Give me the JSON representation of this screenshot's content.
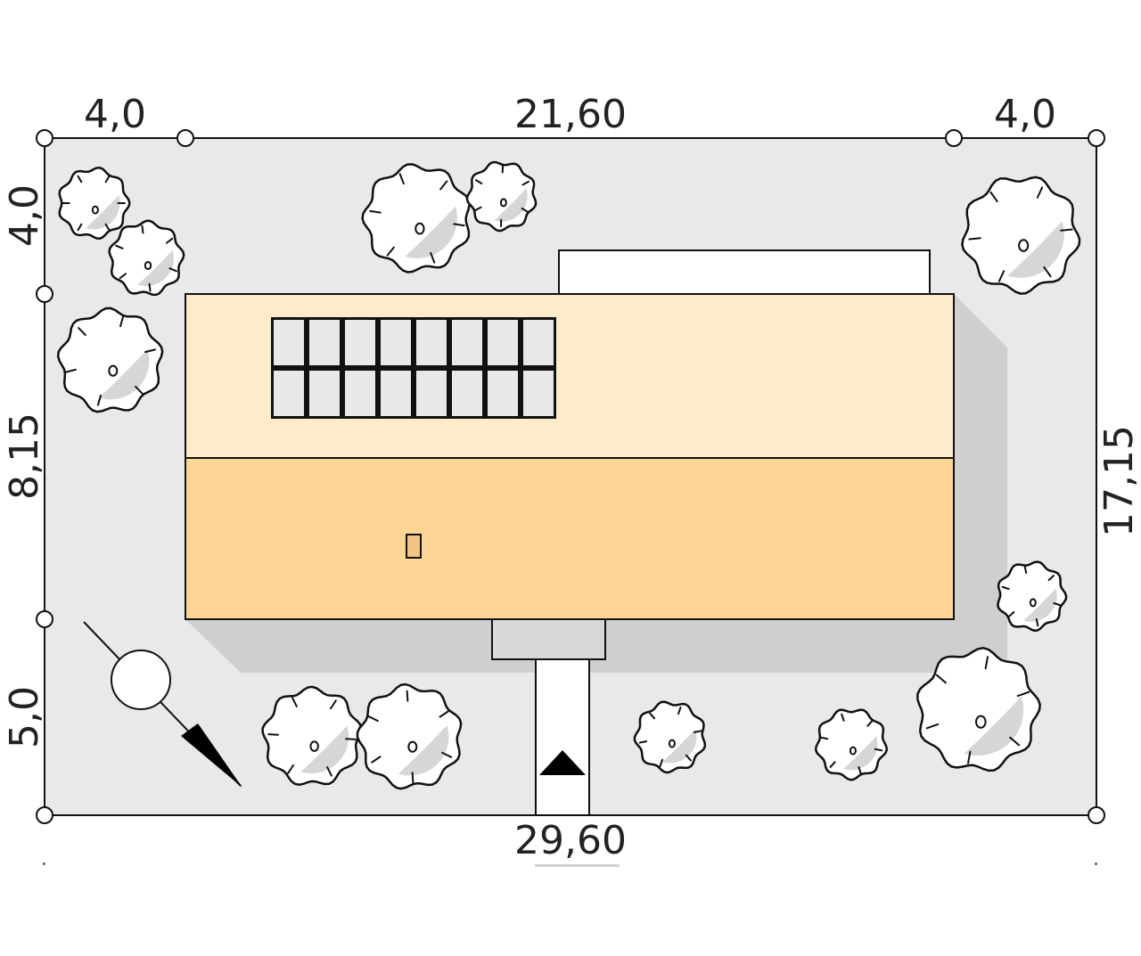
{
  "dimensions": {
    "top_left": "4,0",
    "top_middle": "21,60",
    "top_right": "4,0",
    "left_top": "4,0",
    "left_middle": "8,15",
    "left_bottom": "5,0",
    "right": "17,15",
    "bottom": "29,60"
  },
  "colors": {
    "plot": "#e9e9e9",
    "house_shadow": "#cfcfcf",
    "roof_upper": "#fdebc9",
    "roof_lower": "#fdd595",
    "solar_grid": "#e8e8e8",
    "line": "#111111"
  },
  "solar_panels": {
    "rows": 2,
    "columns": 8
  },
  "icons": {
    "north_arrow": "north-arrow-icon",
    "entrance": "entrance-triangle-icon",
    "tree": "tree-icon"
  }
}
